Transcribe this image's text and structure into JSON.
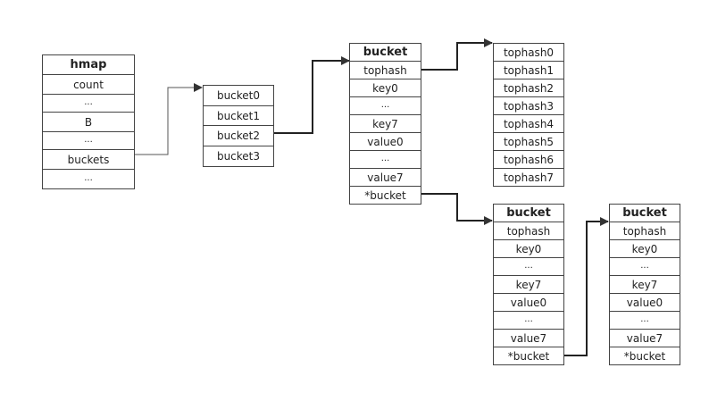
{
  "hmap": {
    "title": "hmap",
    "fields": [
      "count",
      "...",
      "B",
      "...",
      "buckets",
      "..."
    ]
  },
  "buckets_array": {
    "items": [
      "bucket0",
      "bucket1",
      "bucket2",
      "bucket3"
    ]
  },
  "bucket_main": {
    "title": "bucket",
    "fields": [
      "tophash",
      "key0",
      "...",
      "key7",
      "value0",
      "...",
      "value7",
      "*bucket"
    ]
  },
  "tophash_array": {
    "items": [
      "tophash0",
      "tophash1",
      "tophash2",
      "tophash3",
      "tophash4",
      "tophash5",
      "tophash6",
      "tophash7"
    ]
  },
  "overflow_bucket_1": {
    "title": "bucket",
    "fields": [
      "tophash",
      "key0",
      "...",
      "key7",
      "value0",
      "...",
      "value7",
      "*bucket"
    ]
  },
  "overflow_bucket_2": {
    "title": "bucket",
    "fields": [
      "tophash",
      "key0",
      "...",
      "key7",
      "value0",
      "...",
      "value7",
      "*bucket"
    ]
  },
  "colors": {
    "line": "#444444",
    "text": "#222222",
    "background": "#ffffff"
  }
}
